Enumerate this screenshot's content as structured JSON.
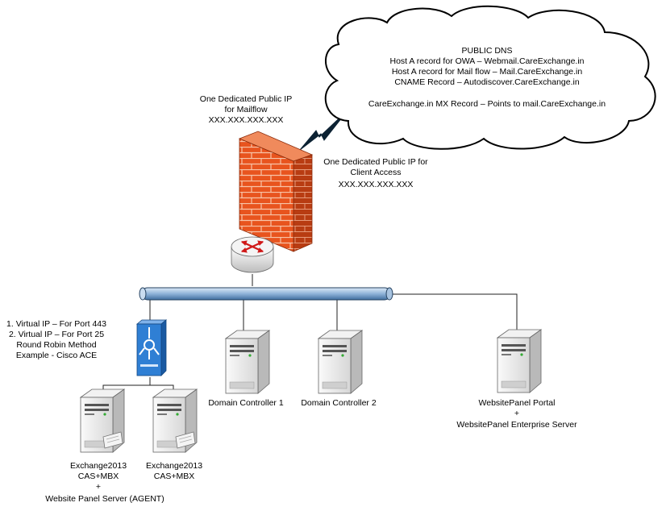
{
  "colors": {
    "cloud_fill": "#ffffff",
    "firewall_brick": "#e8541e",
    "backbone": "#8fb3d9",
    "load_balancer": "#2f7fd4",
    "server_body": "#e8e8e8"
  },
  "dns_cloud": {
    "icon": "cloud-icon",
    "title": "PUBLIC DNS",
    "lines": [
      "Host A record for OWA – Webmail.CareExchange.in",
      "Host A record for Mail flow – Mail.CareExchange.in",
      "CNAME Record – Autodiscover.CareExchange.in",
      "CareExchange.in MX Record – Points to mail.CareExchange.in"
    ]
  },
  "mailflow_ip": {
    "lines": [
      "One Dedicated Public IP",
      "for Mailflow",
      "XXX.XXX.XXX.XXX"
    ]
  },
  "client_access_ip": {
    "lines": [
      "One Dedicated Public IP for",
      "Client Access",
      "XXX.XXX.XXX.XXX"
    ]
  },
  "load_balancer": {
    "icon": "load-balancer-icon",
    "lines": [
      "1. Virtual IP  – For Port 443",
      "2. Virtual IP – For Port 25",
      "Round Robin Method",
      "Example - Cisco ACE"
    ]
  },
  "servers": {
    "domain_controller_1": {
      "icon": "server-icon",
      "label": "Domain Controller 1"
    },
    "domain_controller_2": {
      "icon": "server-icon",
      "label": "Domain Controller 2"
    },
    "websitepanel": {
      "icon": "server-icon",
      "lines": [
        "WebsitePanel Portal",
        "+",
        "WebsitePanel Enterprise Server"
      ]
    },
    "exchange_1": {
      "icon": "server-icon",
      "lines": [
        "Exchange2013",
        "CAS+MBX",
        "+",
        "Website Panel Server (AGENT)"
      ]
    },
    "exchange_2": {
      "icon": "server-icon",
      "lines": [
        "Exchange2013",
        "CAS+MBX"
      ]
    }
  }
}
